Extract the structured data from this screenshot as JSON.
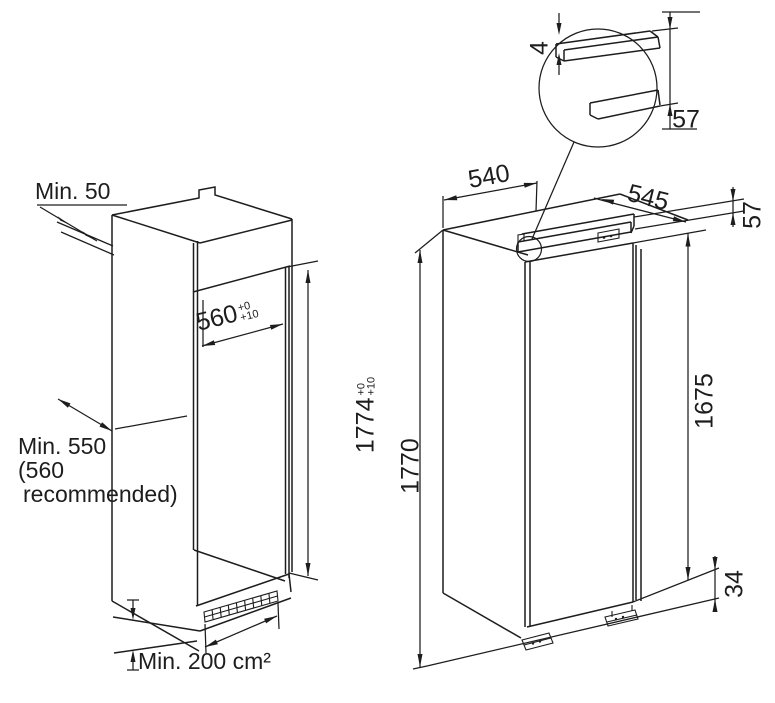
{
  "drawing": {
    "niche": {
      "rear_gap_label": "Min. 50",
      "width": {
        "value": "560",
        "tol_upper": "+0",
        "tol_lower": "+10"
      },
      "height": {
        "value": "1774",
        "tol_upper": "+0",
        "tol_lower": "+10"
      },
      "depth_label_line1": "Min. 550",
      "depth_label_line2": "(560",
      "depth_label_line3": "recommended)",
      "vent_area_label": "Min. 200 cm²"
    },
    "appliance": {
      "width": "540",
      "depth": "545",
      "rail_height": "57",
      "overall_height": "1770",
      "door_height": "1675",
      "foot_height": "34"
    },
    "detail": {
      "edge_thickness": "4",
      "rail_profile_height": "57"
    }
  },
  "colors": {
    "line": "#1d1d1d",
    "background": "#ffffff"
  }
}
